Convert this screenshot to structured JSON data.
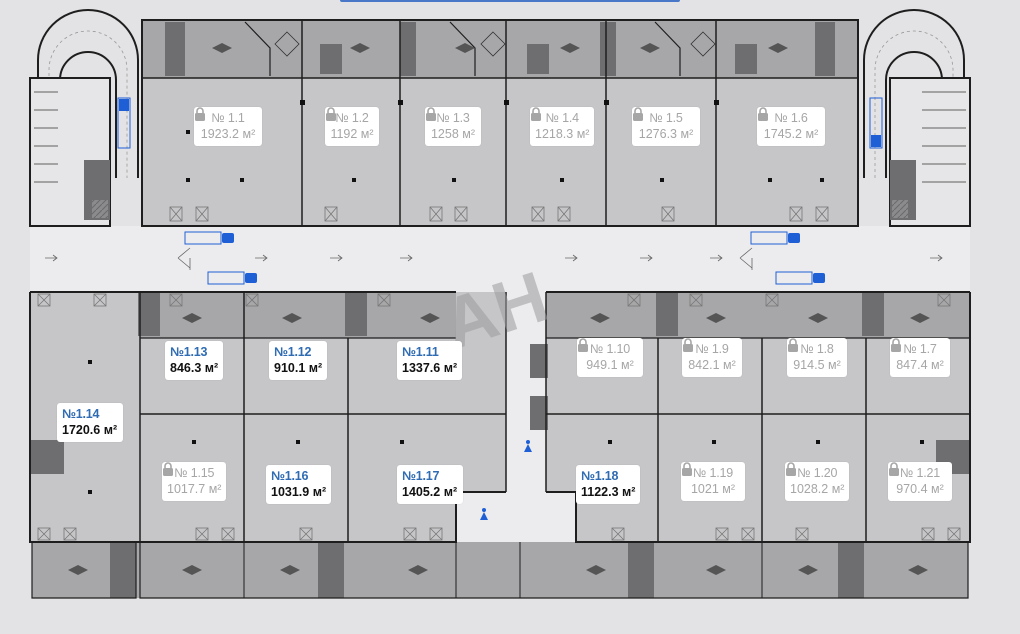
{
  "plan": {
    "watermark": "АН",
    "units": [
      {
        "id": "u1_1",
        "number": "№ 1.1",
        "area": "1923.2 м²",
        "locked": true
      },
      {
        "id": "u1_2",
        "number": "№ 1.2",
        "area": "1192 м²",
        "locked": true
      },
      {
        "id": "u1_3",
        "number": "№ 1.3",
        "area": "1258 м²",
        "locked": true
      },
      {
        "id": "u1_4",
        "number": "№ 1.4",
        "area": "1218.3 м²",
        "locked": true
      },
      {
        "id": "u1_5",
        "number": "№ 1.5",
        "area": "1276.3 м²",
        "locked": true
      },
      {
        "id": "u1_6",
        "number": "№ 1.6",
        "area": "1745.2 м²",
        "locked": true
      },
      {
        "id": "u1_13",
        "number": "№1.13",
        "area": "846.3 м²",
        "locked": false
      },
      {
        "id": "u1_12",
        "number": "№1.12",
        "area": "910.1 м²",
        "locked": false
      },
      {
        "id": "u1_11",
        "number": "№1.11",
        "area": "1337.6 м²",
        "locked": false
      },
      {
        "id": "u1_10",
        "number": "№ 1.10",
        "area": "949.1 м²",
        "locked": true
      },
      {
        "id": "u1_9",
        "number": "№ 1.9",
        "area": "842.1 м²",
        "locked": true
      },
      {
        "id": "u1_8",
        "number": "№ 1.8",
        "area": "914.5 м²",
        "locked": true
      },
      {
        "id": "u1_7",
        "number": "№ 1.7",
        "area": "847.4 м²",
        "locked": true
      },
      {
        "id": "u1_14",
        "number": "№1.14",
        "area": "1720.6 м²",
        "locked": false
      },
      {
        "id": "u1_15",
        "number": "№ 1.15",
        "area": "1017.7 м²",
        "locked": true
      },
      {
        "id": "u1_16",
        "number": "№1.16",
        "area": "1031.9 м²",
        "locked": false
      },
      {
        "id": "u1_17",
        "number": "№1.17",
        "area": "1405.2 м²",
        "locked": false
      },
      {
        "id": "u1_18",
        "number": "№1.18",
        "area": "1122.3 м²",
        "locked": false
      },
      {
        "id": "u1_19",
        "number": "№ 1.19",
        "area": "1021 м²",
        "locked": true
      },
      {
        "id": "u1_20",
        "number": "№ 1.20",
        "area": "1028.2 м²",
        "locked": true
      },
      {
        "id": "u1_21",
        "number": "№ 1.21",
        "area": "970.4 м²",
        "locked": true
      }
    ]
  },
  "colors": {
    "unit_fill": "#c8c8ca",
    "service_fill": "#a3a3a5",
    "stair_fill": "#6e6e70",
    "corridor_fill": "#ececee",
    "wall": "#1e1e1e",
    "available_number": "#2f6cb3",
    "locked_text": "#a6a6a6",
    "truck": "#1f5fd6"
  }
}
